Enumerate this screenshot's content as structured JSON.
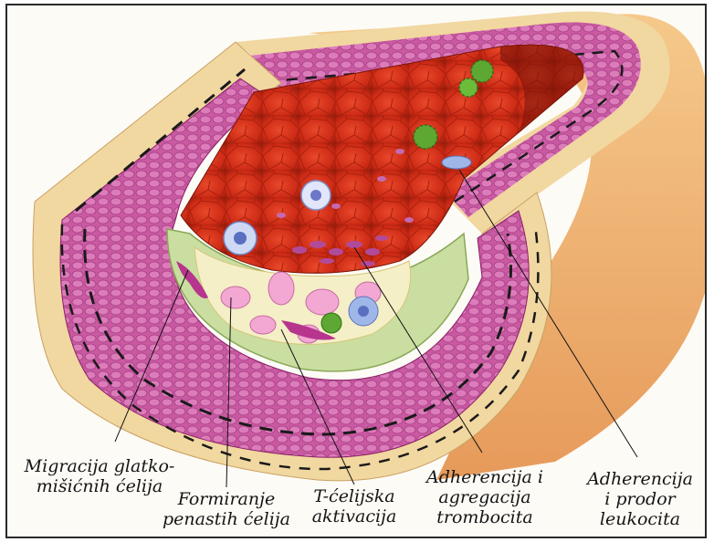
{
  "labels": {
    "smooth_muscle": {
      "line1": "Migracija glatko-",
      "line2": "mišićnih ćelija"
    },
    "foam_cells": {
      "line1": "Formiranje",
      "line2": "penastih ćelija"
    },
    "t_cell": {
      "line1": "T-ćelijska",
      "line2": "aktivacija"
    },
    "platelets": {
      "line1": "Adherencija i",
      "line2": "agregacija",
      "line3": "trombocita"
    },
    "leukocytes": {
      "line1": "Adherencija",
      "line2": "i prodor",
      "line3": "leukocita"
    }
  },
  "colors": {
    "endothelium_red": "#d8321c",
    "muscle_magenta": "#a82a7e",
    "adventitia_cream": "#f3dca6",
    "intima_green": "#c9dea0",
    "platelet_green": "#5ca832",
    "leukocyte_blue": "#9fb6e8",
    "foam_pink": "#f2a8d2"
  }
}
